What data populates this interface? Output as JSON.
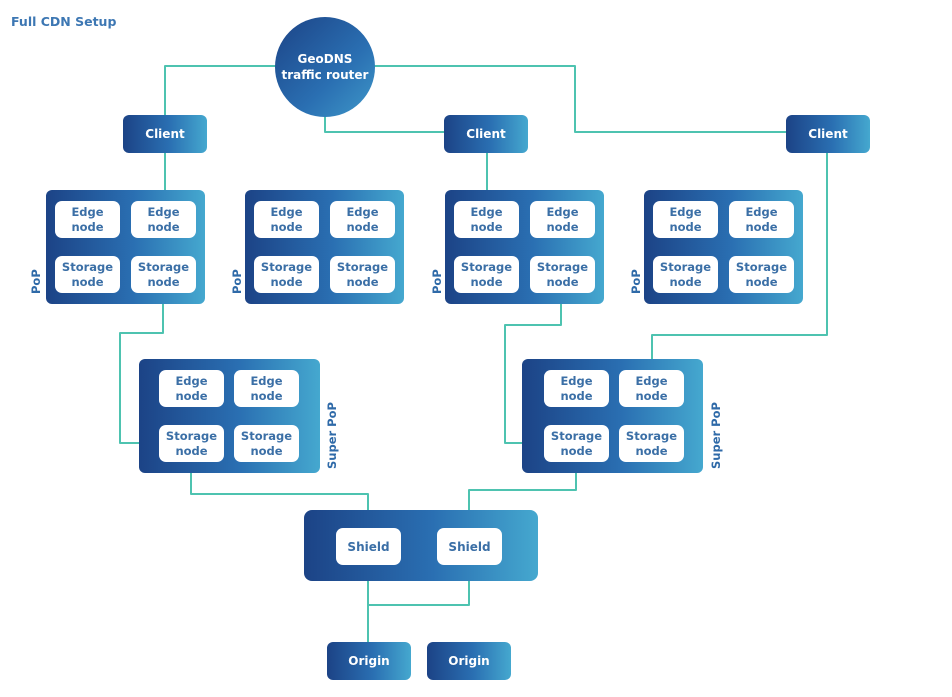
{
  "title": "Full CDN Setup",
  "geodns": {
    "line1": "GeoDNS",
    "line2": "traffic router"
  },
  "clients": [
    "Client",
    "Client",
    "Client"
  ],
  "pops": [
    {
      "label": "PoP",
      "nodes": [
        [
          "Edge",
          "node"
        ],
        [
          "Edge",
          "node"
        ],
        [
          "Storage",
          "node"
        ],
        [
          "Storage",
          "node"
        ]
      ]
    },
    {
      "label": "PoP",
      "nodes": [
        [
          "Edge",
          "node"
        ],
        [
          "Edge",
          "node"
        ],
        [
          "Storage",
          "node"
        ],
        [
          "Storage",
          "node"
        ]
      ]
    },
    {
      "label": "PoP",
      "nodes": [
        [
          "Edge",
          "node"
        ],
        [
          "Edge",
          "node"
        ],
        [
          "Storage",
          "node"
        ],
        [
          "Storage",
          "node"
        ]
      ]
    },
    {
      "label": "PoP",
      "nodes": [
        [
          "Edge",
          "node"
        ],
        [
          "Edge",
          "node"
        ],
        [
          "Storage",
          "node"
        ],
        [
          "Storage",
          "node"
        ]
      ]
    }
  ],
  "superpops": [
    {
      "label": "Super PoP",
      "nodes": [
        [
          "Edge",
          "node"
        ],
        [
          "Edge",
          "node"
        ],
        [
          "Storage",
          "node"
        ],
        [
          "Storage",
          "node"
        ]
      ]
    },
    {
      "label": "Super PoP",
      "nodes": [
        [
          "Edge",
          "node"
        ],
        [
          "Edge",
          "node"
        ],
        [
          "Storage",
          "node"
        ],
        [
          "Storage",
          "node"
        ]
      ]
    }
  ],
  "shields": [
    "Shield",
    "Shield"
  ],
  "origins": [
    "Origin",
    "Origin"
  ],
  "colors": {
    "line": "#4ec3b0",
    "title": "#3d77b3",
    "gradient_start": "#1c4386",
    "gradient_end": "#45a8cf"
  }
}
